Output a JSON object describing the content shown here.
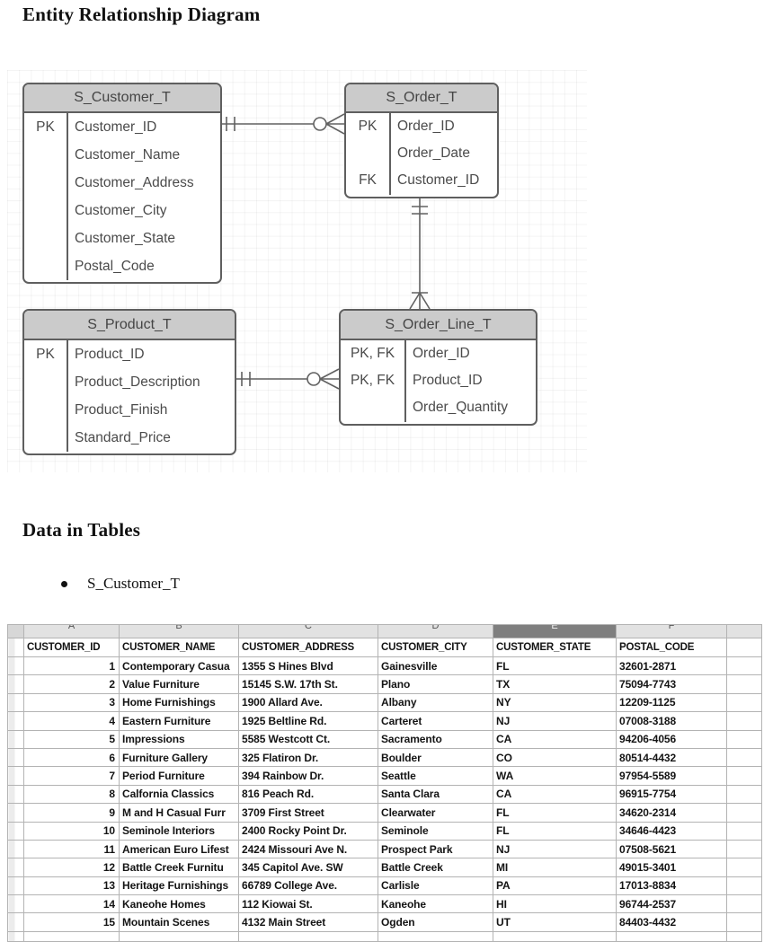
{
  "page": {
    "heading_erd": "Entity Relationship Diagram",
    "heading_tables": "Data in Tables",
    "bullet_item": "S_Customer_T"
  },
  "colors": {
    "entity_header_bg": "#cbcbcb",
    "entity_border": "#5f5f5f",
    "selected_column_header_bg": "#7f7f7f",
    "sheet_grid_line": "#b3b3b3"
  },
  "diagram": {
    "entities": [
      {
        "name": "S_Customer_T",
        "rows": [
          {
            "key": "PK",
            "attr": "Customer_ID"
          },
          {
            "key": "",
            "attr": "Customer_Name"
          },
          {
            "key": "",
            "attr": "Customer_Address"
          },
          {
            "key": "",
            "attr": "Customer_City"
          },
          {
            "key": "",
            "attr": "Customer_State"
          },
          {
            "key": "",
            "attr": "Postal_Code"
          }
        ]
      },
      {
        "name": "S_Order_T",
        "rows": [
          {
            "key": "PK",
            "attr": "Order_ID"
          },
          {
            "key": "",
            "attr": "Order_Date"
          },
          {
            "key": "FK",
            "attr": "Customer_ID"
          }
        ]
      },
      {
        "name": "S_Product_T",
        "rows": [
          {
            "key": "PK",
            "attr": "Product_ID"
          },
          {
            "key": "",
            "attr": "Product_Description"
          },
          {
            "key": "",
            "attr": "Product_Finish"
          },
          {
            "key": "",
            "attr": "Standard_Price"
          }
        ]
      },
      {
        "name": "S_Order_Line_T",
        "rows": [
          {
            "key": "PK, FK",
            "attr": "Order_ID"
          },
          {
            "key": "PK, FK",
            "attr": "Product_ID"
          },
          {
            "key": "",
            "attr": "Order_Quantity"
          }
        ]
      }
    ]
  },
  "spreadsheet": {
    "column_letters": [
      "A",
      "B",
      "C",
      "D",
      "E",
      "F",
      ""
    ],
    "selected_letter": "E",
    "headers": [
      "CUSTOMER_ID",
      "CUSTOMER_NAME",
      "CUSTOMER_ADDRESS",
      "CUSTOMER_CITY",
      "CUSTOMER_STATE",
      "POSTAL_CODE",
      ""
    ],
    "rows": [
      [
        "1",
        "Contemporary Casua",
        "1355 S Hines Blvd",
        "Gainesville",
        "FL",
        "32601-2871"
      ],
      [
        "2",
        "Value Furniture",
        "15145 S.W. 17th St.",
        "Plano",
        "TX",
        "75094-7743"
      ],
      [
        "3",
        "Home Furnishings",
        "1900 Allard Ave.",
        "Albany",
        "NY",
        "12209-1125"
      ],
      [
        "4",
        "Eastern Furniture",
        "1925 Beltline Rd.",
        "Carteret",
        "NJ",
        "07008-3188"
      ],
      [
        "5",
        "Impressions",
        "5585 Westcott Ct.",
        "Sacramento",
        "CA",
        "94206-4056"
      ],
      [
        "6",
        "Furniture Gallery",
        "325 Flatiron Dr.",
        "Boulder",
        "CO",
        "80514-4432"
      ],
      [
        "7",
        "Period Furniture",
        "394 Rainbow Dr.",
        "Seattle",
        "WA",
        "97954-5589"
      ],
      [
        "8",
        "Calfornia Classics",
        "816 Peach Rd.",
        "Santa Clara",
        "CA",
        "96915-7754"
      ],
      [
        "9",
        "M and H Casual Furr",
        "3709 First Street",
        "Clearwater",
        "FL",
        "34620-2314"
      ],
      [
        "10",
        "Seminole Interiors",
        "2400 Rocky Point Dr.",
        "Seminole",
        "FL",
        "34646-4423"
      ],
      [
        "11",
        "American Euro Lifest",
        "2424 Missouri Ave N.",
        "Prospect Park",
        "NJ",
        "07508-5621"
      ],
      [
        "12",
        "Battle Creek Furnitu",
        "345 Capitol Ave. SW",
        "Battle Creek",
        "MI",
        "49015-3401"
      ],
      [
        "13",
        "Heritage Furnishings",
        "66789 College Ave.",
        "Carlisle",
        "PA",
        "17013-8834"
      ],
      [
        "14",
        "Kaneohe Homes",
        "112 Kiowai St.",
        "Kaneohe",
        "HI",
        "96744-2537"
      ],
      [
        "15",
        "Mountain Scenes",
        "4132 Main Street",
        "Ogden",
        "UT",
        "84403-4432"
      ]
    ]
  }
}
